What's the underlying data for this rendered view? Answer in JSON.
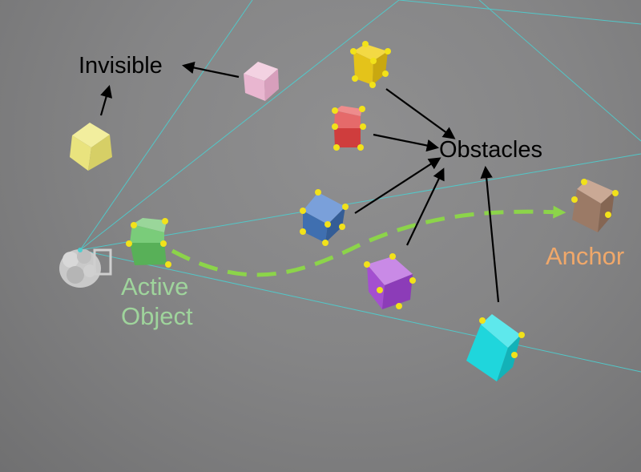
{
  "labels": {
    "invisible": "Invisible",
    "obstacles": "Obstacles",
    "anchor": "Anchor",
    "active_line1": "Active",
    "active_line2": "Object"
  },
  "colors": {
    "background": "#858586",
    "frustum": "#4ccfd0",
    "path": "#8cd44a",
    "active_text": "#9fd49c",
    "anchor_text": "#f0a86a",
    "arrow": "#000000",
    "keypoint": "#f2e21a"
  },
  "objects": [
    {
      "name": "pink-cube",
      "role": "invisible",
      "color": "#e9b6d0"
    },
    {
      "name": "pale-yellow-cube",
      "role": "invisible",
      "color": "#e9e37e"
    },
    {
      "name": "yellow-cube",
      "role": "obstacle",
      "color": "#e4c31a"
    },
    {
      "name": "red-cube",
      "role": "obstacle",
      "color": "#d64a4a"
    },
    {
      "name": "blue-cube",
      "role": "obstacle",
      "color": "#3f6fb0"
    },
    {
      "name": "purple-cube",
      "role": "obstacle",
      "color": "#a44fd0"
    },
    {
      "name": "cyan-cube",
      "role": "obstacle",
      "color": "#1fd6dc"
    },
    {
      "name": "green-cube",
      "role": "active-object",
      "color": "#6bc46b"
    },
    {
      "name": "brown-cube",
      "role": "anchor",
      "color": "#9b7a66"
    }
  ]
}
